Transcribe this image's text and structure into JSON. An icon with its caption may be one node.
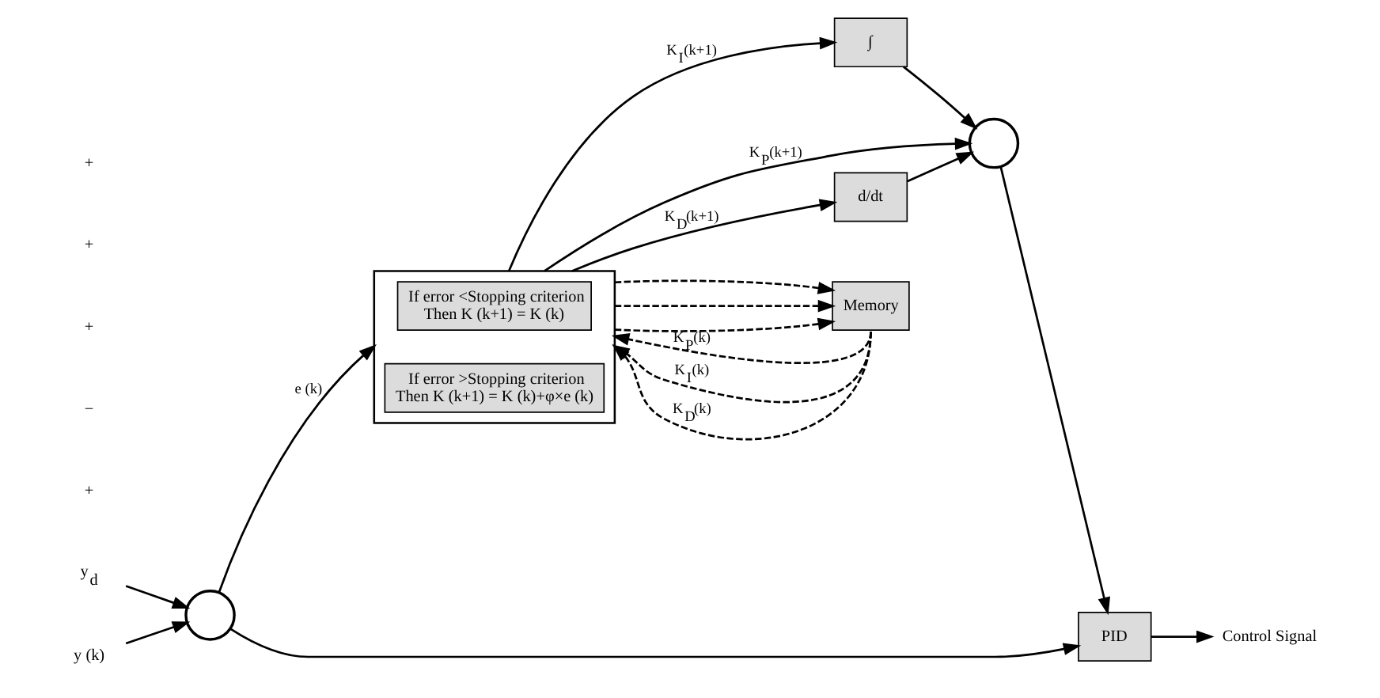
{
  "diagram": {
    "nodes": [
      {
        "text": [
          "y$_{d}$"
        ]
      },
      {
        "text": [],
        "shape": "circle"
      },
      {
        "text": [
          "y (k)"
        ]
      },
      {
        "text": [],
        "shape": "box"
      },
      {
        "text": [
          "If error <Stopping criterion Then K (k+1) = K (k)"
        ],
        "in": 3
      },
      {
        "text": [
          "If error >Stopping criterion Then K (k+1) = K (k)+φ×e (k)"
        ],
        "in": 3
      },
      {
        "text": [
          "∫"
        ]
      },
      {
        "text": [],
        "shape": "circle"
      },
      {
        "text": [
          "PID"
        ]
      },
      {
        "text": [
          "Control Signal"
        ]
      },
      {
        "text": [
          "d/dt"
        ]
      },
      {
        "text": [
          "Memory"
        ]
      }
    ],
    "edges": [
      {
        "from": 0,
        "to": 1,
        "arrow": "to"
      },
      {
        "from": 2,
        "to": 1,
        "arrow": "to"
      },
      {
        "from": 1,
        "to": 3,
        "arrow": "to",
        "label": "e (k)"
      },
      {
        "from": 1,
        "to": 8,
        "arrow": "to"
      },
      {
        "from": 3,
        "to": 7,
        "arrow": "to",
        "label": "K$_{P}$(k+1)"
      },
      {
        "from": 3,
        "to": 6,
        "arrow": "to",
        "label": "K$_{I}$(k+1)"
      },
      {
        "from": 3,
        "to": 10,
        "arrow": "to",
        "label": "K$_{D}$(k+1)"
      },
      {
        "from": 6,
        "to": 7,
        "arrow": "to"
      },
      {
        "from": 10,
        "to": 7,
        "arrow": "to"
      },
      {
        "from": 7,
        "to": 8,
        "arrow": "to"
      },
      {
        "from": 8,
        "to": 9,
        "arrow": "to"
      },
      {
        "from": 3,
        "to": 11,
        "arrow": "to",
        "style": "dashed"
      },
      {
        "from": 3,
        "to": 11,
        "arrow": "to",
        "style": "dashed"
      },
      {
        "from": 3,
        "to": 11,
        "arrow": "to",
        "style": "dashed"
      },
      {
        "from": 11,
        "to": 3,
        "arrow": "to",
        "style": "dashed",
        "label": "K$_{P}$(k)"
      },
      {
        "from": 11,
        "to": 3,
        "arrow": "to",
        "style": "dashed",
        "label": "K$_{I}$(k)"
      },
      {
        "from": 11,
        "to": 3,
        "arrow": "to",
        "style": "dashed",
        "label": "K$_{D}$(k)"
      }
    ],
    "labels": [
      "+",
      "−",
      "+",
      "+",
      "+"
    ]
  }
}
